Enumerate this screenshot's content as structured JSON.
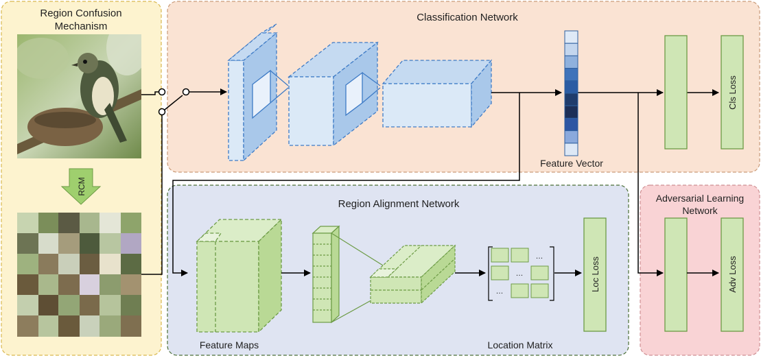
{
  "rcm_panel": {
    "title_line1": "Region Confusion",
    "title_line2": "Mechanism",
    "arrow_label": "RCM",
    "input_image": "bird-on-nest-photo",
    "shuffled_image": "shuffled-bird-photo"
  },
  "classification": {
    "title": "Classification  Network",
    "feature_vector_label": "Feature Vector",
    "cls_loss_label": "Cls Loss",
    "feature_vector_colors": [
      "#dfeaf7",
      "#c3d6ee",
      "#8fb1dd",
      "#3f73ba",
      "#2b5ca3",
      "#1f3c6c",
      "#1c2f57",
      "#2d56a3",
      "#8aa9dc",
      "#dde8f6"
    ]
  },
  "alignment": {
    "title": "Region Alignment Network",
    "feature_maps_label": "Feature Maps",
    "location_matrix_label": "Location Matrix",
    "loc_loss_label": "Loc Loss",
    "ellipsis": "…"
  },
  "adversarial": {
    "title_line1": "Adversarial Learning",
    "title_line2": "Network",
    "adv_loss_label": "Adv Loss"
  },
  "colors": {
    "rcm_bg": "#fdf3cf",
    "cls_bg": "#fae3d3",
    "align_bg": "#dfe4f2",
    "adv_bg": "#f9d3d5",
    "green_fill": "#cfe6b5",
    "green_stroke": "#6c9b45",
    "blue_fill": "#dbe9f7",
    "blue_stroke": "#3e7bc6"
  }
}
